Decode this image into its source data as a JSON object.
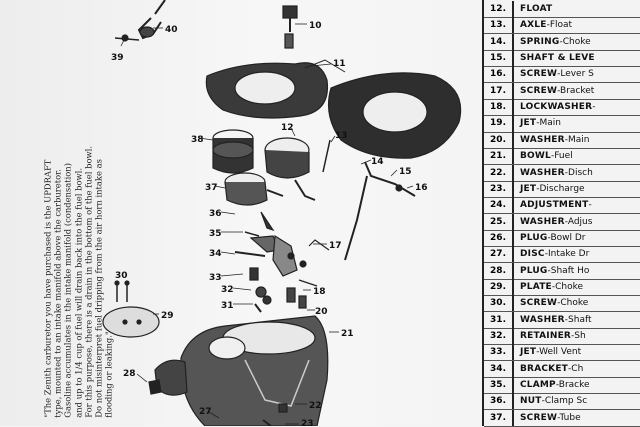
{
  "note": {
    "lines": [
      "\"The Zenith carburetor you have purchased is the UPDRAFT",
      "type, mounted to an intake manifold above the carburetor.",
      "Gasoline accumulates in the intake manifold (condensation)",
      "and up to 1/4 cup of fuel will drain back into the fuel bowl.",
      "For this purpose, there is a drain in the bottom of the fuel bowl.",
      "Do not misinterpret fuel dripping from the air horn intake as",
      "flooding or leaking.\""
    ]
  },
  "diagram": {
    "callouts": [
      "40",
      "10",
      "39",
      "11",
      "12",
      "13",
      "38",
      "14",
      "15",
      "16",
      "37",
      "36",
      "35",
      "17",
      "34",
      "33",
      "32",
      "31",
      "18",
      "20",
      "30",
      "29",
      "21",
      "28",
      "22",
      "27",
      "23"
    ]
  },
  "parts": [
    {
      "num": "12.",
      "name": "FLOAT",
      "rest": ""
    },
    {
      "num": "13.",
      "name": "AXLE",
      "rest": "-Float"
    },
    {
      "num": "14.",
      "name": "SPRING",
      "rest": "-Choke"
    },
    {
      "num": "15.",
      "name": "SHAFT & LEVE",
      "rest": ""
    },
    {
      "num": "16.",
      "name": "SCREW",
      "rest": "-Lever S"
    },
    {
      "num": "17.",
      "name": "SCREW",
      "rest": "-Bracket"
    },
    {
      "num": "18.",
      "name": "LOCKWASHER",
      "rest": "-"
    },
    {
      "num": "19.",
      "name": "JET",
      "rest": "-Main"
    },
    {
      "num": "20.",
      "name": "WASHER",
      "rest": "-Main"
    },
    {
      "num": "21.",
      "name": "BOWL",
      "rest": "-Fuel"
    },
    {
      "num": "22.",
      "name": "WASHER",
      "rest": "-Disch"
    },
    {
      "num": "23.",
      "name": "JET",
      "rest": "-Discharge"
    },
    {
      "num": "24.",
      "name": "ADJUSTMENT",
      "rest": "-"
    },
    {
      "num": "25.",
      "name": "WASHER",
      "rest": "-Adjus"
    },
    {
      "num": "26.",
      "name": "PLUG",
      "rest": "-Bowl Dr"
    },
    {
      "num": "27.",
      "name": "DISC",
      "rest": "-Intake Dr"
    },
    {
      "num": "28.",
      "name": "PLUG",
      "rest": "-Shaft Ho"
    },
    {
      "num": "29.",
      "name": "PLATE",
      "rest": "-Choke"
    },
    {
      "num": "30.",
      "name": "SCREW",
      "rest": "-Choke"
    },
    {
      "num": "31.",
      "name": "WASHER",
      "rest": "-Shaft"
    },
    {
      "num": "32.",
      "name": "RETAINER",
      "rest": "-Sh"
    },
    {
      "num": "33.",
      "name": "JET",
      "rest": "-Well Vent"
    },
    {
      "num": "34.",
      "name": "BRACKET",
      "rest": "-Ch"
    },
    {
      "num": "35.",
      "name": "CLAMP",
      "rest": "-Bracke"
    },
    {
      "num": "36.",
      "name": "NUT",
      "rest": "-Clamp Sc"
    },
    {
      "num": "37.",
      "name": "SCREW",
      "rest": "-Tube"
    }
  ]
}
